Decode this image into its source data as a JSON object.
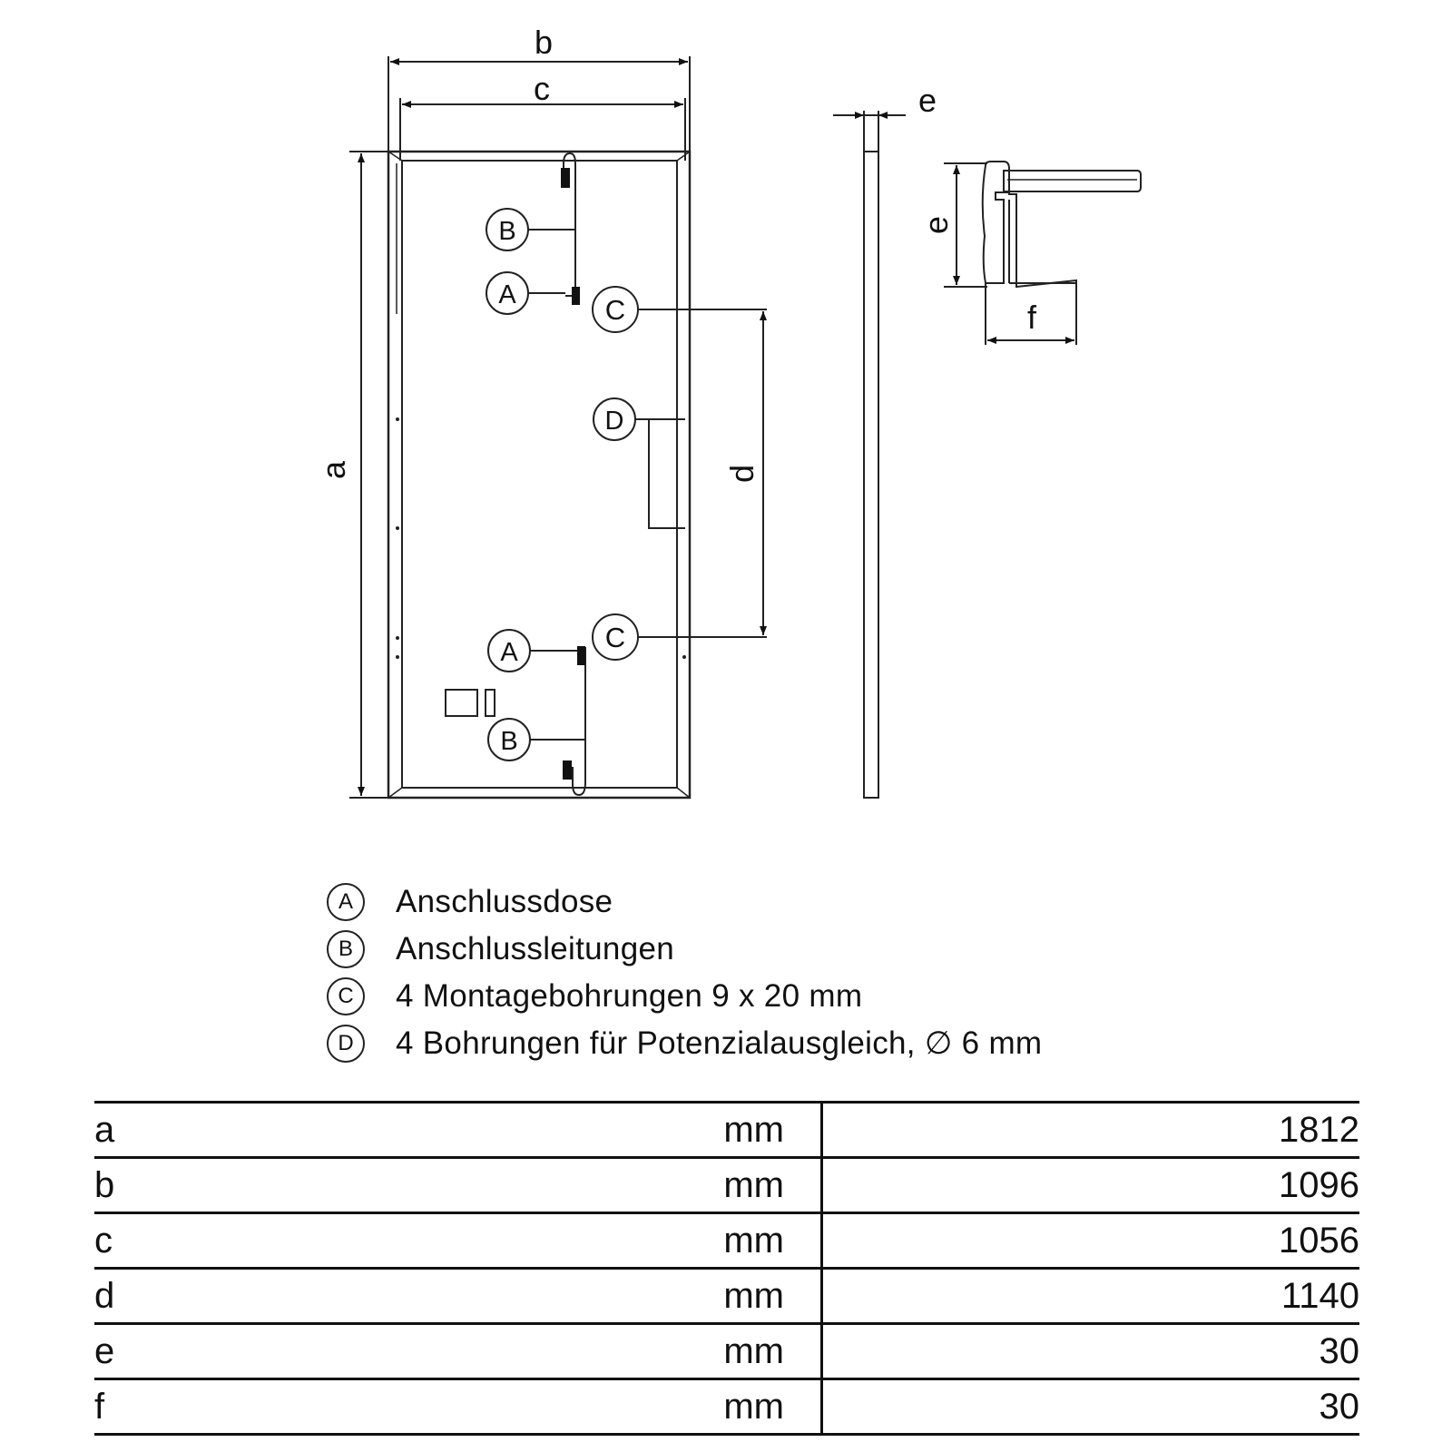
{
  "drawing": {
    "dimension_labels": {
      "a": "a",
      "b": "b",
      "c": "c",
      "d": "d",
      "e_front": "e",
      "e_profile": "e",
      "f": "f"
    },
    "callouts": [
      {
        "id": "B_top",
        "label": "B"
      },
      {
        "id": "A_top",
        "label": "A"
      },
      {
        "id": "C_top",
        "label": "C"
      },
      {
        "id": "D",
        "label": "D"
      },
      {
        "id": "C_bottom",
        "label": "C"
      },
      {
        "id": "A_bottom",
        "label": "A"
      },
      {
        "id": "B_bottom",
        "label": "B"
      }
    ]
  },
  "legend": [
    {
      "marker": "A",
      "text": "Anschlussdose"
    },
    {
      "marker": "B",
      "text": "Anschlussleitungen"
    },
    {
      "marker": "C",
      "text": "4 Montagebohrungen 9 x 20 mm"
    },
    {
      "marker": "D",
      "text": "4 Bohrungen für Potenzialausgleich, ∅ 6 mm"
    }
  ],
  "dimensions_table": {
    "rows": [
      {
        "label": "a",
        "unit": "mm",
        "value": "1812"
      },
      {
        "label": "b",
        "unit": "mm",
        "value": "1096"
      },
      {
        "label": "c",
        "unit": "mm",
        "value": "1056"
      },
      {
        "label": "d",
        "unit": "mm",
        "value": "1140"
      },
      {
        "label": "e",
        "unit": "mm",
        "value": "30"
      },
      {
        "label": "f",
        "unit": "mm",
        "value": "30"
      }
    ]
  }
}
